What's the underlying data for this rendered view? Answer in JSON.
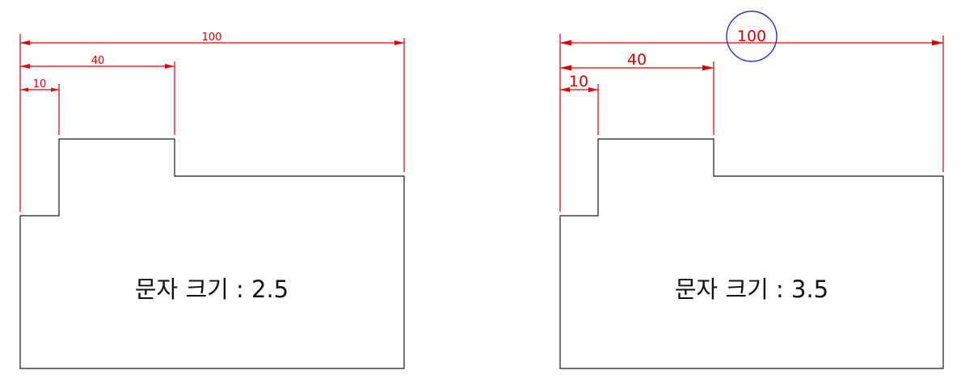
{
  "colors": {
    "outline": "#1a1a1a",
    "dimension": "#e00000",
    "highlight": "#2a2adf"
  },
  "drawings": [
    {
      "dims": {
        "overall": "100",
        "middle": "40",
        "small": "10"
      },
      "caption": "문자 크기 : 2.5",
      "highlight_overall": false
    },
    {
      "dims": {
        "overall": "100",
        "middle": "40",
        "small": "10"
      },
      "caption": "문자 크기 : 3.5",
      "highlight_overall": true
    }
  ]
}
